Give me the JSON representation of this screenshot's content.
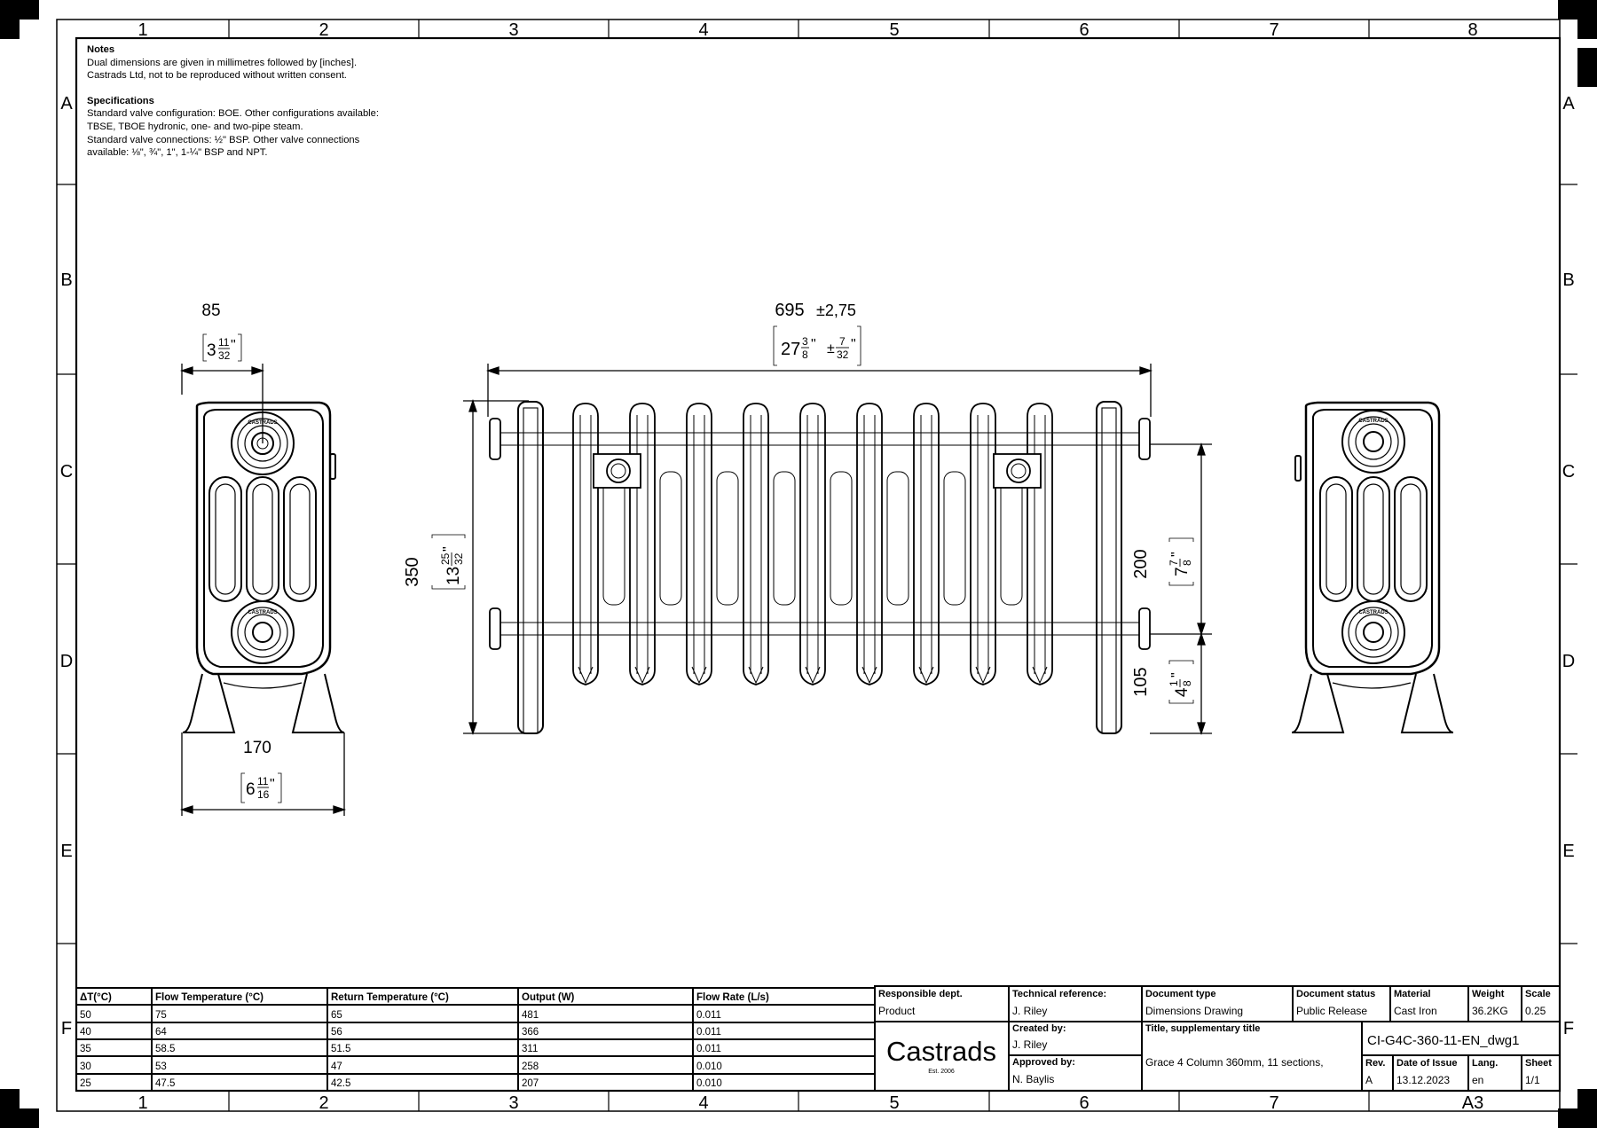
{
  "notes": {
    "heading": "Notes",
    "lines": [
      "Dual dimensions are given in millimetres followed by [inches].",
      "Castrads Ltd, not to be reproduced without written consent."
    ]
  },
  "specifications": {
    "heading": "Specifications",
    "lines": [
      "Standard valve configuration: BOE. Other configurations available:",
      "TBSE, TBOE hydronic, one- and two-pipe steam.",
      "Standard valve connections: ½\" BSP. Other valve connections",
      "available: ⅛\", ¾\", 1\", 1-¼\" BSP and NPT."
    ]
  },
  "grid": {
    "columns": [
      "1",
      "2",
      "3",
      "4",
      "5",
      "6",
      "7",
      "8"
    ],
    "rows": [
      "A",
      "B",
      "C",
      "D",
      "E",
      "F"
    ]
  },
  "dimensions": {
    "side_depth_mm": "85",
    "side_depth_in_whole": "3",
    "side_depth_in_num": "11",
    "side_depth_in_den": "32",
    "foot_width_mm": "170",
    "foot_width_in_whole": "6",
    "foot_width_in_num": "11",
    "foot_width_in_den": "16",
    "length_mm": "695",
    "length_tol_mm": "±2,75",
    "length_in_whole": "27",
    "length_in_num": "3",
    "length_in_den": "8",
    "length_tol_in_sign": "±",
    "length_tol_in_num": "7",
    "length_tol_in_den": "32",
    "height_mm": "350",
    "height_in_whole": "13",
    "height_in_num": "25",
    "height_in_den": "32",
    "centres_mm": "200",
    "centres_in_whole": "7",
    "centres_in_num": "7",
    "centres_in_den": "8",
    "floor_mm": "105",
    "floor_in_whole": "4",
    "floor_in_num": "1",
    "floor_in_den": "8",
    "inch_mark": "\""
  },
  "badge_text": "CASTRADS",
  "performance_table": {
    "headers": [
      "ΔT(°C)",
      "Flow Temperature (°C)",
      "Return Temperature (°C)",
      "Output (W)",
      "Flow Rate (L/s)"
    ],
    "rows": [
      [
        "50",
        "75",
        "65",
        "481",
        "0.011"
      ],
      [
        "40",
        "64",
        "56",
        "366",
        "0.011"
      ],
      [
        "35",
        "58.5",
        "51.5",
        "311",
        "0.011"
      ],
      [
        "30",
        "53",
        "47",
        "258",
        "0.010"
      ],
      [
        "25",
        "47.5",
        "42.5",
        "207",
        "0.010"
      ]
    ]
  },
  "title_block": {
    "responsible_dept_label": "Responsible dept.",
    "responsible_dept": "Product",
    "technical_reference_label": "Technical reference:",
    "technical_reference": "J. Riley",
    "document_type_label": "Document type",
    "document_type": "Dimensions Drawing",
    "document_status_label": "Document status",
    "document_status": "Public Release",
    "material_label": "Material",
    "material": "Cast Iron",
    "weight_label": "Weight",
    "weight": "36.2KG",
    "scale_label": "Scale",
    "scale": "0.25",
    "created_by_label": "Created by:",
    "created_by": "J. Riley",
    "approved_by_label": "Approved by:",
    "approved_by": "N. Baylis",
    "title_label": "Title, supplementary title",
    "title": "Grace 4 Column 360mm, 11 sections,",
    "document_number": "CI-G4C-360-11-EN_dwg1",
    "rev_label": "Rev.",
    "rev": "A",
    "date_label": "Date of Issue",
    "date": "13.12.2023",
    "lang_label": "Lang.",
    "lang": "en",
    "sheet_label": "Sheet",
    "sheet": "1/1",
    "logo_text": "Castrads",
    "logo_sub": "Est. 2006",
    "paper_size": "A3"
  }
}
